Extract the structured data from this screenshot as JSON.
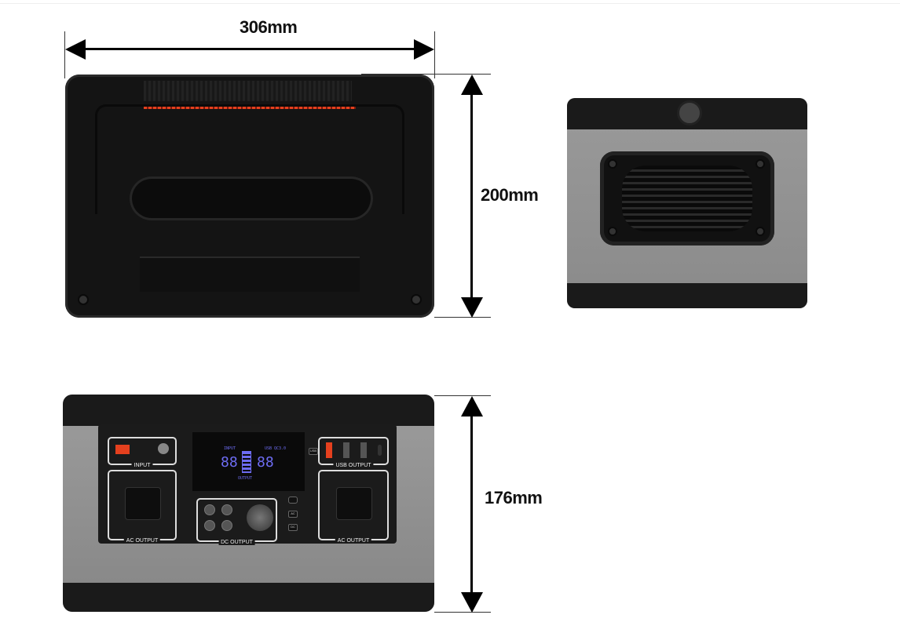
{
  "dimensions": {
    "width": "306mm",
    "depth": "200mm",
    "height": "176mm"
  },
  "front_panel": {
    "input_label": "INPUT",
    "usb_output_label": "USB OUTPUT",
    "ac_output_left_label": "AC OUTPUT",
    "ac_output_right_label": "AC OUTPUT",
    "dc_output_label": "DC OUTPUT",
    "usb_button": "USB",
    "ac_button": "AC",
    "dc_button": "DC",
    "lcd": {
      "input": "INPUT",
      "output": "OUTPUT",
      "usb": "USB",
      "qc": "QC3.0",
      "digits_left": "88",
      "digits_right": "88"
    }
  },
  "colors": {
    "accent": "#e5401e",
    "lcd": "#6d6cf2"
  }
}
